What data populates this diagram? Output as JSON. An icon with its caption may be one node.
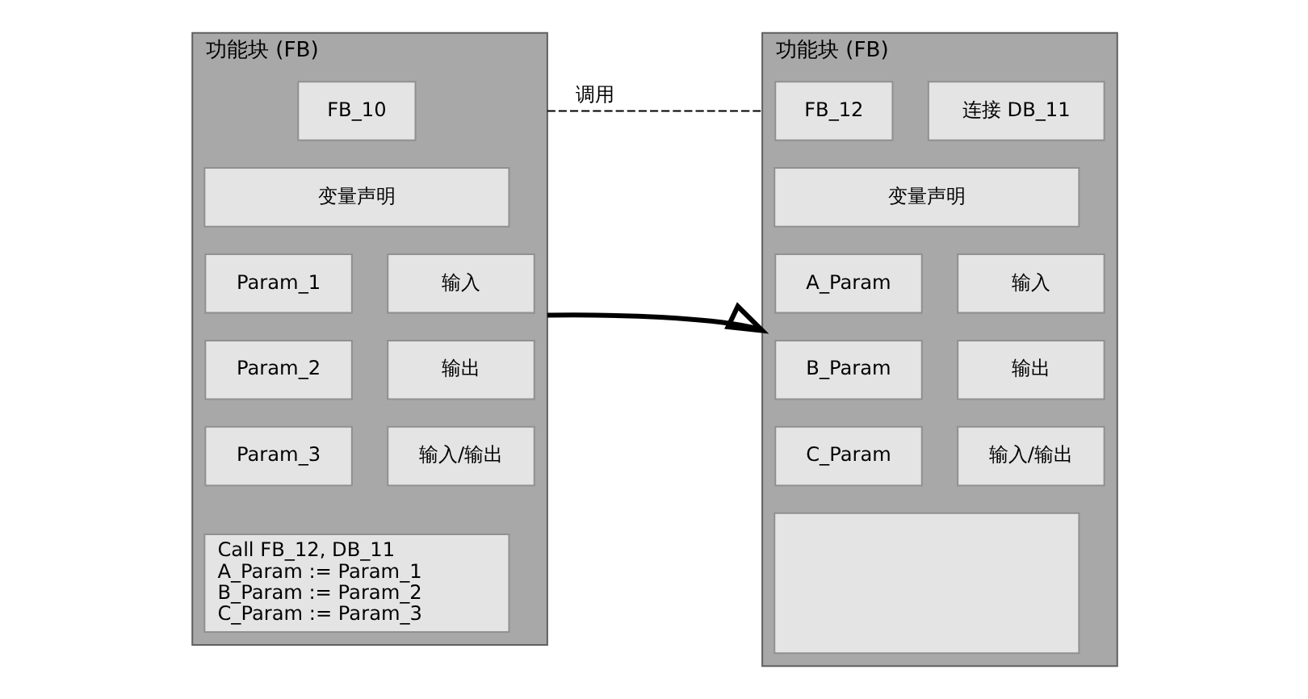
{
  "diagram": {
    "nodes": [
      {
        "text": [
          "功能块 (FB)"
        ]
      },
      {
        "text": [
          "FB_10"
        ],
        "in": 0
      },
      {
        "text": [
          "变量声明"
        ],
        "in": 0
      },
      {
        "text": [
          "Param_1"
        ],
        "in": 0
      },
      {
        "text": [
          "输入"
        ],
        "in": 0
      },
      {
        "text": [
          "Param_2"
        ],
        "in": 0
      },
      {
        "text": [
          "输出"
        ],
        "in": 0
      },
      {
        "text": [
          "Param_3"
        ],
        "in": 0
      },
      {
        "text": [
          "输入/输出"
        ],
        "in": 0
      },
      {
        "text": [
          "Call FB_12, DB_11",
          "A_Param := Param_1",
          "B_Param := Param_2",
          "C_Param := Param_3"
        ],
        "in": 0
      },
      {
        "text": [
          "功能块 (FB)"
        ]
      },
      {
        "text": [
          "FB_12"
        ],
        "in": 10
      },
      {
        "text": [
          "连接 DB_11"
        ],
        "in": 10
      },
      {
        "text": [
          "变量声明"
        ],
        "in": 10
      },
      {
        "text": [
          "A_Param"
        ],
        "in": 10
      },
      {
        "text": [
          "输入"
        ],
        "in": 10
      },
      {
        "text": [
          "B_Param"
        ],
        "in": 10
      },
      {
        "text": [
          "输出"
        ],
        "in": 10
      },
      {
        "text": [
          "C_Param"
        ],
        "in": 10
      },
      {
        "text": [
          "输入/输出"
        ],
        "in": 10
      },
      {
        "text": [],
        "shape": "box",
        "in": 10
      }
    ],
    "edges": [
      {
        "from": 0,
        "to": 10,
        "arrow": "none",
        "style": "dashed",
        "label": "调用"
      },
      {
        "from": 0,
        "to": 10,
        "arrow": "to",
        "style": "thick"
      }
    ]
  }
}
